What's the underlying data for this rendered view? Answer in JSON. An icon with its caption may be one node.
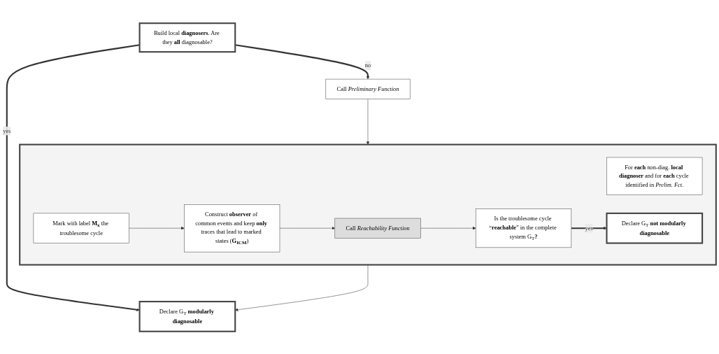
{
  "diagram": {
    "nodes": [
      {
        "text": [
          "Build local **diagnosers**. Are they **all** diagnosable?"
        ]
      },
      {
        "text": [
          "Declare G$_{T}$ **modularly diagnosable**"
        ]
      },
      {
        "text": [],
        "shape": "box"
      },
      {
        "text": [
          "For **each** non-diag. **local diagnoser** and for **each** cycle identified in *Prelim. Fct.*"
        ],
        "in": 2
      },
      {
        "text": [
          "Construct **observer** of common events and keep **only** traces that lead to marked states (**G$_{ICM}$**)"
        ],
        "in": 2
      },
      {
        "text": [
          "Call *Preliminary Function*"
        ]
      },
      {
        "text": [
          "Mark with label **M$_{x}$** the troublesome cycle"
        ],
        "in": 2
      },
      {
        "text": [
          "Call *Reachability Function*"
        ],
        "in": 2
      },
      {
        "text": [
          "Declare G$_{T}$ **not modularly diagnosable**"
        ],
        "in": 2
      },
      {
        "text": [
          "Is the troublesome cycle “**reachable**” in the complete system G$_{T}$**?**"
        ],
        "in": 2
      }
    ],
    "edges": [
      {
        "from": 0,
        "to": 1,
        "arrow": "to",
        "label": "yes",
        "style": "thick"
      },
      {
        "from": 0,
        "to": 5,
        "arrow": "to",
        "label": "no",
        "style": "thick"
      },
      {
        "from": 5,
        "to": 2,
        "arrow": "to"
      },
      {
        "from": 6,
        "to": 4,
        "arrow": "to"
      },
      {
        "from": 4,
        "to": 7,
        "arrow": "to"
      },
      {
        "from": 7,
        "to": 9,
        "arrow": "to"
      },
      {
        "from": 9,
        "to": 8,
        "arrow": "to",
        "label": "yes",
        "style": "thick"
      },
      {
        "from": 2,
        "to": 1,
        "arrow": "to"
      }
    ]
  }
}
